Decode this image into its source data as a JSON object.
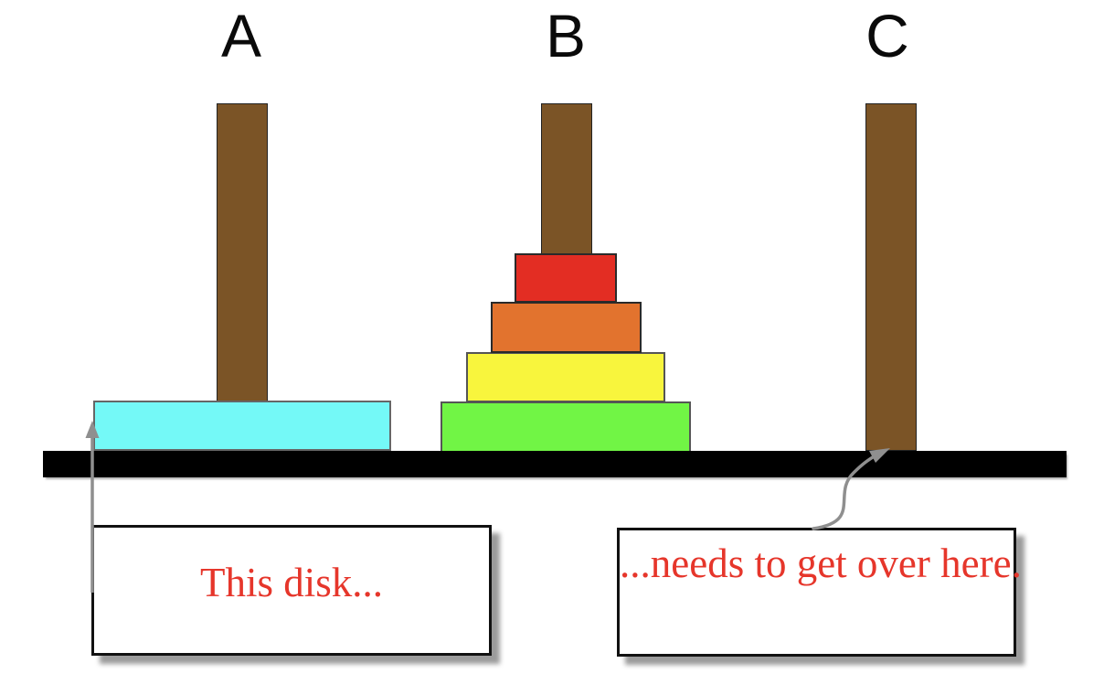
{
  "diagram": {
    "type": "tower-of-hanoi-illustration",
    "pegs": [
      {
        "id": "A",
        "label": "A"
      },
      {
        "id": "B",
        "label": "B"
      },
      {
        "id": "C",
        "label": "C"
      }
    ],
    "disks": [
      {
        "peg": "A",
        "size_rank": 5,
        "color_name": "cyan",
        "color": "#74F9F7"
      },
      {
        "peg": "B",
        "size_rank": 4,
        "color_name": "green",
        "color": "#71F545"
      },
      {
        "peg": "B",
        "size_rank": 3,
        "color_name": "yellow",
        "color": "#F8F53D"
      },
      {
        "peg": "B",
        "size_rank": 2,
        "color_name": "orange",
        "color": "#E2732E"
      },
      {
        "peg": "B",
        "size_rank": 1,
        "color_name": "red",
        "color": "#E32D23"
      }
    ],
    "callouts": {
      "left": {
        "text": "This disk...",
        "points_to": "cyan disk on peg A"
      },
      "right": {
        "text": "...needs to get over here.",
        "points_to": "base of peg C"
      }
    },
    "colors": {
      "peg_brown": "#7B5426",
      "base_black": "#000000",
      "callout_text_red": "#E6362B",
      "arrow_gray": "#8F8F8F",
      "label_black": "#0A0A0A"
    }
  }
}
